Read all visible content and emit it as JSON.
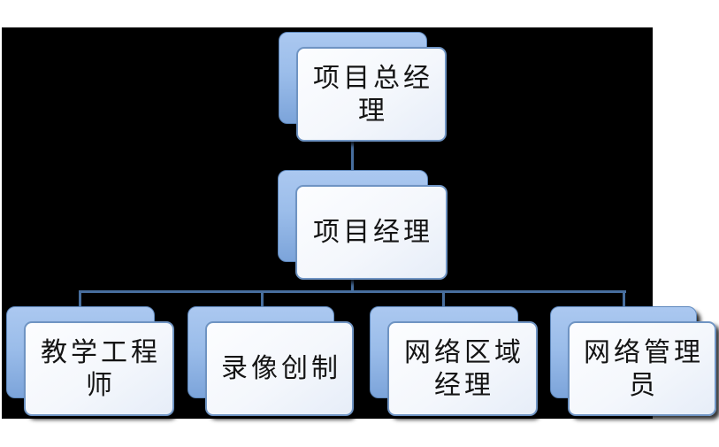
{
  "diagram": {
    "type": "org-chart",
    "colors": {
      "slide_background": "#000000",
      "page_background": "#ffffff",
      "connector": "#476E9E",
      "back_panel_top": "#ABC8F0",
      "back_panel_bottom": "#7CA4DA",
      "front_panel_top": "#FCFDFF",
      "front_panel_bottom": "#E6EDF8",
      "panel_border": "#6F94C3",
      "text": "#141414"
    },
    "nodes": [
      {
        "id": "project-general-manager",
        "level": 1,
        "label": "项目总经\n理"
      },
      {
        "id": "project-manager",
        "level": 2,
        "label": "项目经理"
      },
      {
        "id": "teaching-engineer",
        "level": 3,
        "label": "教学工程\n师"
      },
      {
        "id": "video-production",
        "level": 3,
        "label": "录像创制"
      },
      {
        "id": "network-region-manager",
        "level": 3,
        "label": "网络区域\n经理"
      },
      {
        "id": "network-administrator",
        "level": 3,
        "label": "网络管理\n员"
      }
    ],
    "edges": [
      {
        "from": "project-general-manager",
        "to": "project-manager"
      },
      {
        "from": "project-manager",
        "to": "teaching-engineer"
      },
      {
        "from": "project-manager",
        "to": "video-production"
      },
      {
        "from": "project-manager",
        "to": "network-region-manager"
      },
      {
        "from": "project-manager",
        "to": "network-administrator"
      }
    ]
  }
}
